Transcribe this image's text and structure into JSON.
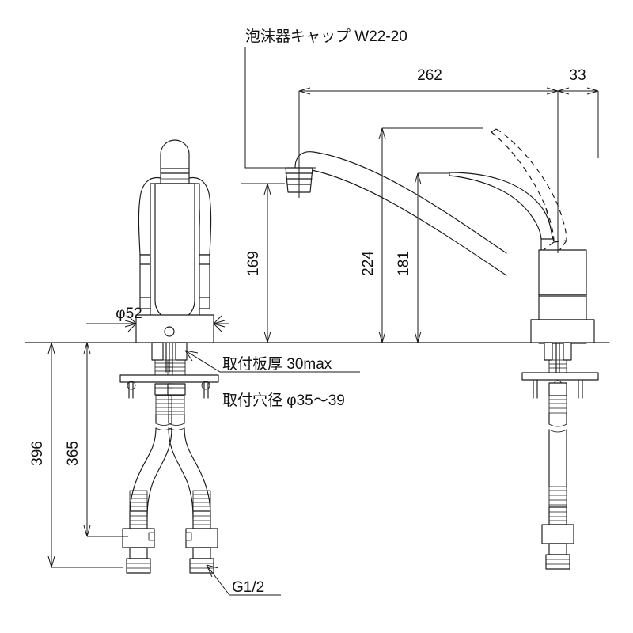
{
  "drawing": {
    "title": "Kitchen single-lever mixer faucet dimensional drawing",
    "line_color": "#1a1a1a",
    "background": "#ffffff",
    "units": "mm"
  },
  "annotations": {
    "aerator_cap": "泡沫器キャップ W22-20",
    "plate_thickness": "取付板厚 30max",
    "hole_diameter": "取付穴径 φ35〜39",
    "inlet_thread": "G1/2"
  },
  "dimensions": {
    "spout_reach": "262",
    "handle_clearance": "33",
    "spout_outlet_height": "169",
    "spout_top_height": "224",
    "handle_height": "181",
    "deck_diameter": "φ52",
    "hose_total_length": "396",
    "hose_length": "365"
  },
  "views": {
    "front": "front-elevation",
    "side": "side-elevation"
  }
}
